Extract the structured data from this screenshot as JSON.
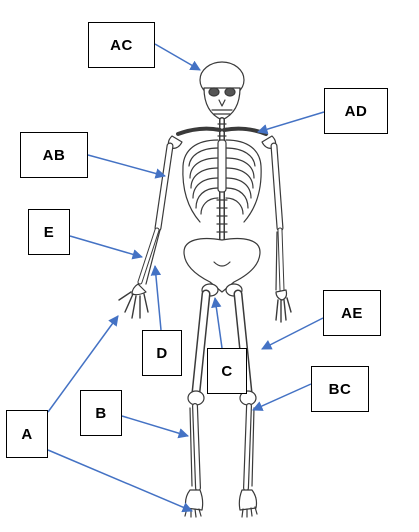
{
  "labels": {
    "ac": "AC",
    "ad": "AD",
    "ab": "AB",
    "e": "E",
    "d": "D",
    "c": "C",
    "ae": "AE",
    "bc": "BC",
    "b": "B",
    "a": "A"
  },
  "colors": {
    "arrow": "#4472C4",
    "bone_outline": "#3a3a3a",
    "bone_fill": "#ffffff",
    "box_border": "#000000"
  }
}
